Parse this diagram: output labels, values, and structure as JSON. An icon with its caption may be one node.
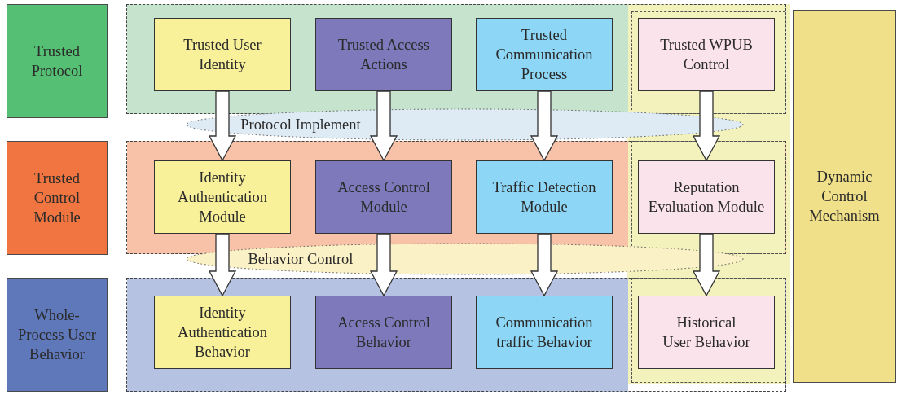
{
  "diagram": {
    "nodes": [
      {
        "text": [
          "Trusted Protocol"
        ]
      },
      {
        "text": [],
        "shape": "box"
      },
      {
        "text": [
          "Trusted User Identity"
        ],
        "in": 1
      },
      {
        "text": [
          "Trusted Access Actions"
        ],
        "in": 1
      },
      {
        "text": [
          "Trusted Communication Process"
        ],
        "in": 1
      },
      {
        "text": [],
        "shape": "box",
        "in": 1
      },
      {
        "text": [
          "Trusted WPUB Control"
        ],
        "in": 5
      },
      {
        "text": [
          "Dynamic Control Mechanism"
        ]
      },
      {
        "text": [
          "Protocol Implement"
        ]
      },
      {
        "text": [
          "Trusted Control Module"
        ]
      },
      {
        "text": [],
        "shape": "box"
      },
      {
        "text": [
          "Identity Authentication Module"
        ],
        "in": 10
      },
      {
        "text": [
          "Access Control Module"
        ],
        "in": 10
      },
      {
        "text": [
          "Traffic Detection Module"
        ],
        "in": 10
      },
      {
        "text": [],
        "shape": "box",
        "in": 10
      },
      {
        "text": [
          "Reputation Evaluation Module"
        ],
        "in": 14
      },
      {
        "text": [
          "Behavior Control"
        ]
      },
      {
        "text": [
          "Whole-Process User Behavior"
        ]
      },
      {
        "text": [],
        "shape": "box"
      },
      {
        "text": [
          "Identity Authentication Behavior"
        ],
        "in": 18
      },
      {
        "text": [
          "Access Control Behavior"
        ],
        "in": 18
      },
      {
        "text": [
          "Communication traffic Behavior"
        ],
        "in": 18
      },
      {
        "text": [],
        "shape": "box",
        "in": 18
      },
      {
        "text": [
          "Historical User Behavior"
        ],
        "in": 22
      }
    ],
    "edges": [
      {
        "from": 2,
        "to": 11,
        "arrow": "to"
      },
      {
        "from": 3,
        "to": 12,
        "arrow": "to"
      },
      {
        "from": 4,
        "to": 13,
        "arrow": "to"
      },
      {
        "from": 6,
        "to": 15,
        "arrow": "to"
      },
      {
        "from": 11,
        "to": 19,
        "arrow": "to"
      },
      {
        "from": 12,
        "to": 20,
        "arrow": "to"
      },
      {
        "from": 13,
        "to": 21,
        "arrow": "to"
      },
      {
        "from": 15,
        "to": 23,
        "arrow": "to"
      }
    ]
  }
}
